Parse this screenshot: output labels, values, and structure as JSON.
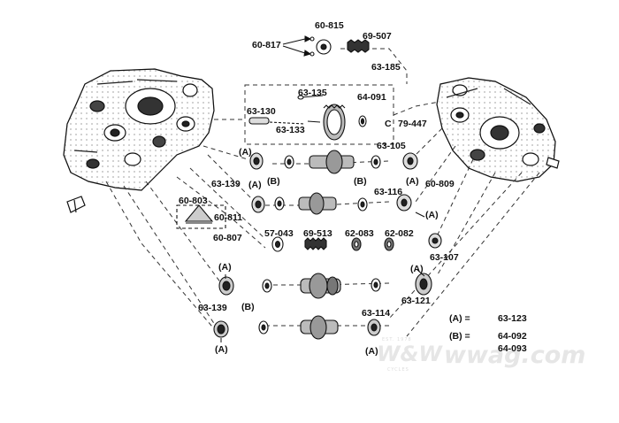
{
  "parts": {
    "p60_815": "60-815",
    "p60_817": "60-817",
    "p69_507": "69-507",
    "p63_185": "63-185",
    "p63_135": "63-135",
    "p64_091": "64-091",
    "p63_130": "63-130",
    "p63_133": "63-133",
    "pC": "C",
    "p79_447": "79-447",
    "p63_105": "63-105",
    "p63_139a": "63-139",
    "p60_809": "60-809",
    "p63_116": "63-116",
    "p60_803": "60-803",
    "p60_811": "60-811",
    "p60_807": "60-807",
    "p57_043": "57-043",
    "p69_513": "69-513",
    "p62_083": "62-083",
    "p62_082": "62-082",
    "p63_107": "63-107",
    "p63_121": "63-121",
    "p63_139b": "63-139",
    "p63_114": "63-114"
  },
  "callouts": {
    "A": "(A)",
    "B": "(B)"
  },
  "legend": {
    "a_key": "(A) =",
    "a_val": "63-123",
    "b_key": "(B) =",
    "b_val1": "64-092",
    "b_val2": "64-093"
  },
  "watermark": {
    "logo": "W&W",
    "site": "wwag.com",
    "est": "EST. 1978",
    "cycles": "CYCLES"
  }
}
